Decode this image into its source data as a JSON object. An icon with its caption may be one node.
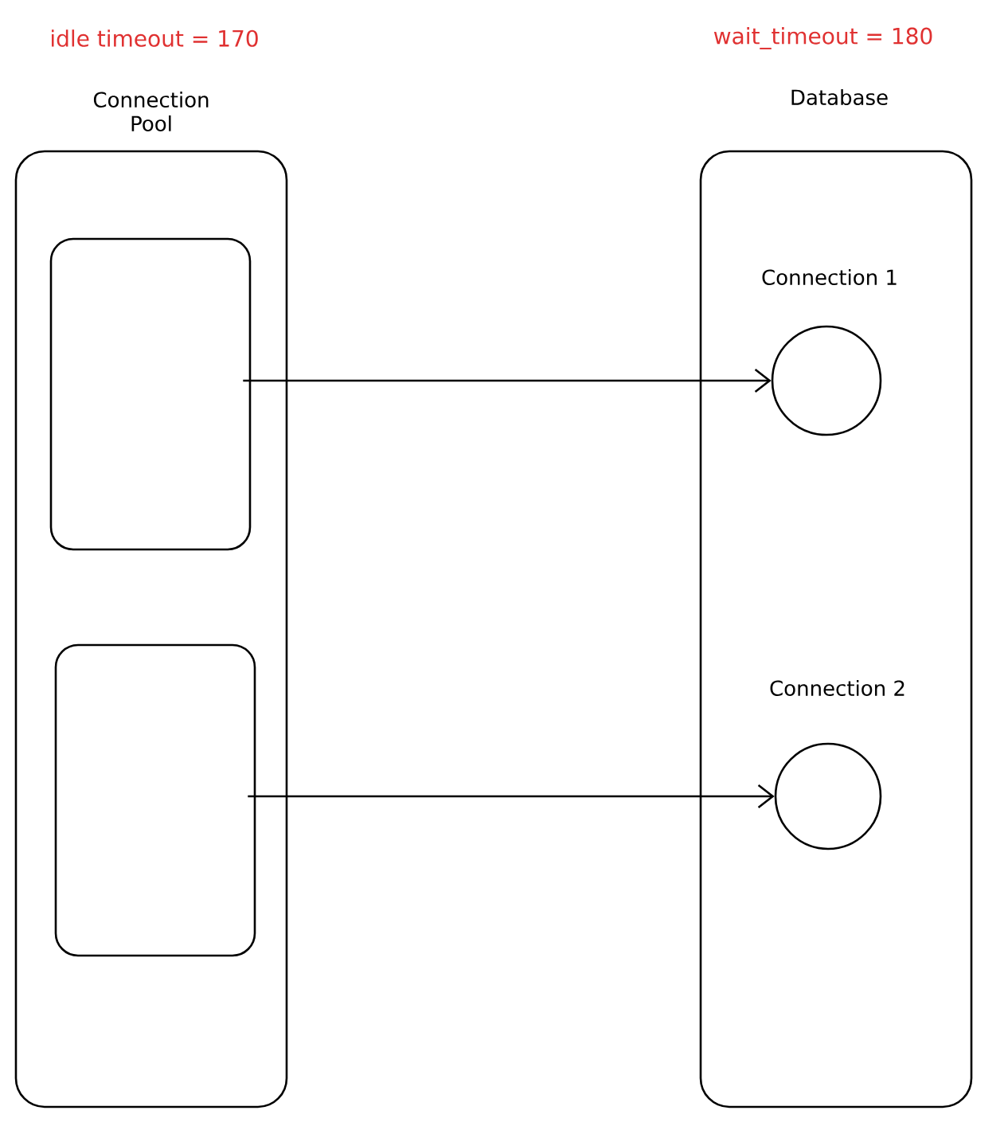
{
  "diagram": {
    "nodes": [
      {
        "text": [
          "Connection Pool"
        ]
      },
      {
        "text": [],
        "shape": "box",
        "in": 0
      },
      {
        "text": [],
        "shape": "box",
        "in": 0
      },
      {
        "text": [
          "Database"
        ]
      },
      {
        "text": [],
        "shape": "circle",
        "beside": [
          "Connection 1"
        ],
        "in": 3
      },
      {
        "text": [],
        "shape": "circle",
        "beside": [
          "Connection 2"
        ],
        "in": 3
      }
    ],
    "edges": [
      {
        "from": 1,
        "to": 4,
        "arrow": "to"
      },
      {
        "from": 2,
        "to": 5,
        "arrow": "to"
      }
    ],
    "labels": [
      "idle timeout = 170",
      "wait_timeout = 180"
    ]
  }
}
